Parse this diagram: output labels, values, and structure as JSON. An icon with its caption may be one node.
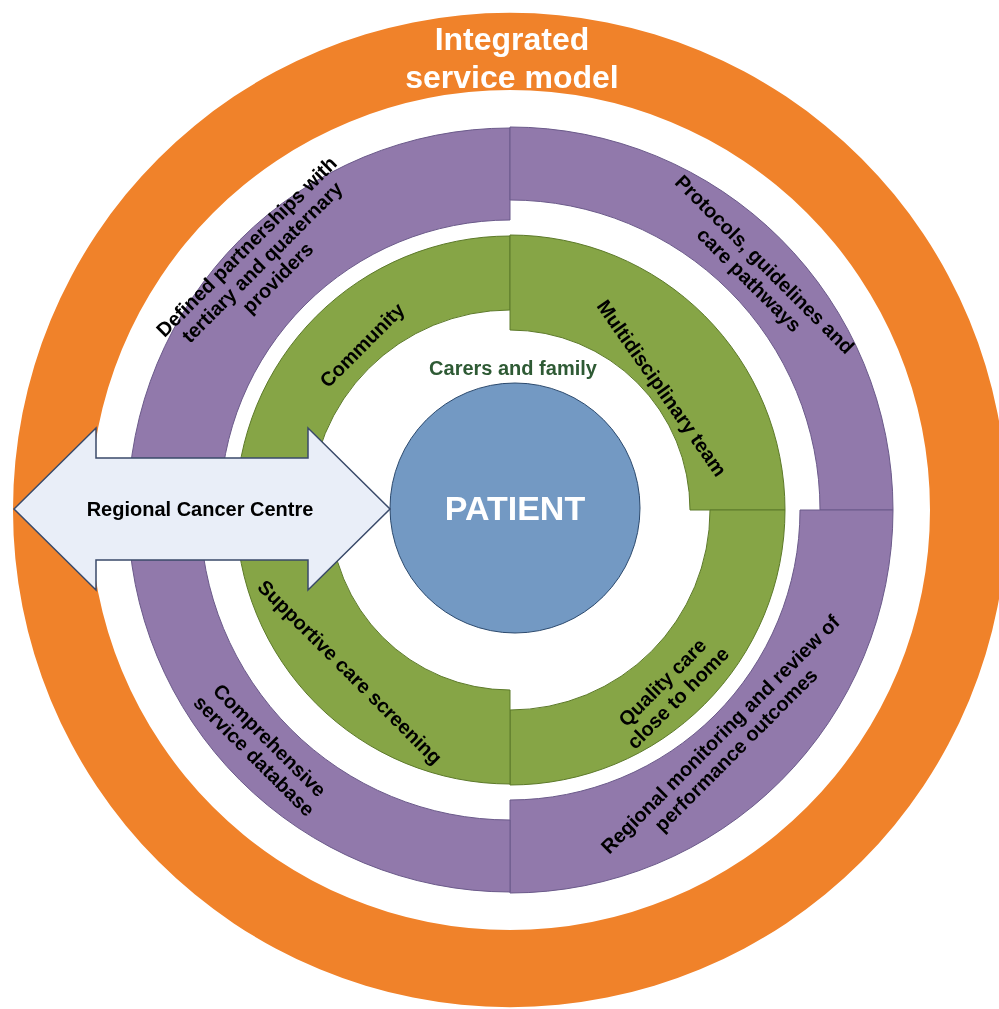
{
  "diagram": {
    "nodes": [
      {
        "text": [
          "Integrated service model"
        ]
      },
      {
        "text": [
          "Defined partnerships with tertiary and quaternary providers"
        ],
        "in": 0
      },
      {
        "text": [
          "Protocols, guidelines and care pathways"
        ],
        "in": 0
      },
      {
        "text": [
          "Regional monitoring and review of performance outcomes"
        ],
        "in": 0
      },
      {
        "text": [
          "Comprehensive service database"
        ],
        "in": 0
      },
      {
        "text": [
          "Community"
        ],
        "in": 0
      },
      {
        "text": [
          "Multidisciplinary team"
        ],
        "in": 0
      },
      {
        "text": [
          "Quality care close to home"
        ],
        "in": 0
      },
      {
        "text": [
          "Supportive care screening"
        ],
        "in": 0
      },
      {
        "text": [
          "Carers and family"
        ],
        "in": 0
      },
      {
        "text": [
          "PATIENT"
        ],
        "in": 9
      },
      {
        "text": [
          "Regional Cancer Centre"
        ],
        "in": 0
      }
    ]
  }
}
